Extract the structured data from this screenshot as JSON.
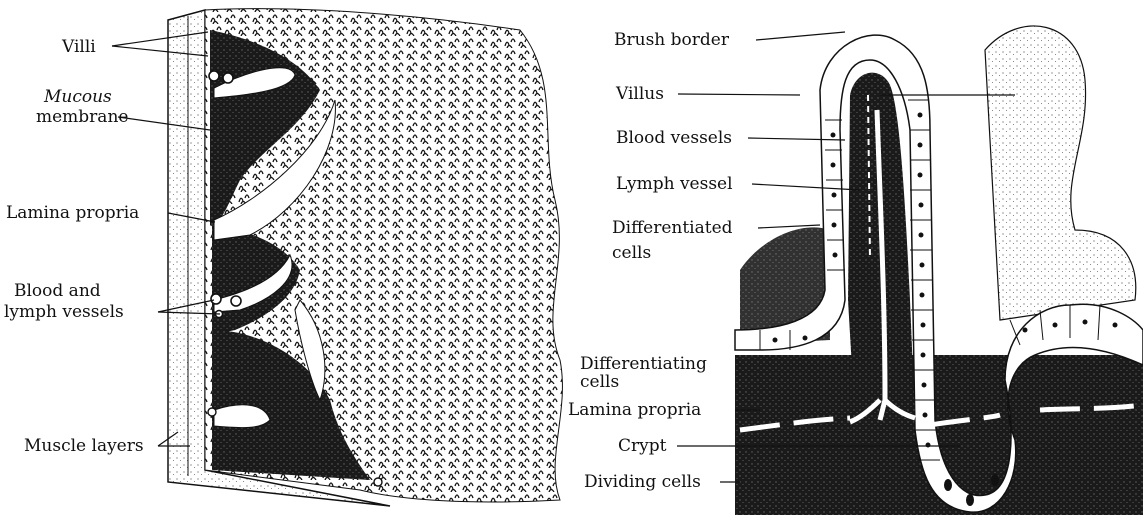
{
  "left_panel": {
    "labels": {
      "villi": "Villi",
      "mucous_line1": "Mucous",
      "mucous_line2": "membrane",
      "lamina_propria": "Lamina propria",
      "blood_lymph_line1": "Blood and",
      "blood_lymph_line2": "lymph vessels",
      "muscle_layers": "Muscle layers"
    }
  },
  "right_panel": {
    "labels": {
      "brush_border": "Brush border",
      "villus": "Villus",
      "blood_vessels": "Blood vessels",
      "lymph_vessel": "Lymph vessel",
      "differentiated_line1": "Differentiated",
      "differentiated_line2": "cells",
      "differentiating_line1": "Differentiating",
      "differentiating_line2": "cells",
      "lamina_propria": "Lamina propria",
      "crypt": "Crypt",
      "dividing_cells": "Dividing cells"
    }
  },
  "colors": {
    "ink": "#111111",
    "tissue_dark": "#151515",
    "paper": "#ffffff"
  }
}
